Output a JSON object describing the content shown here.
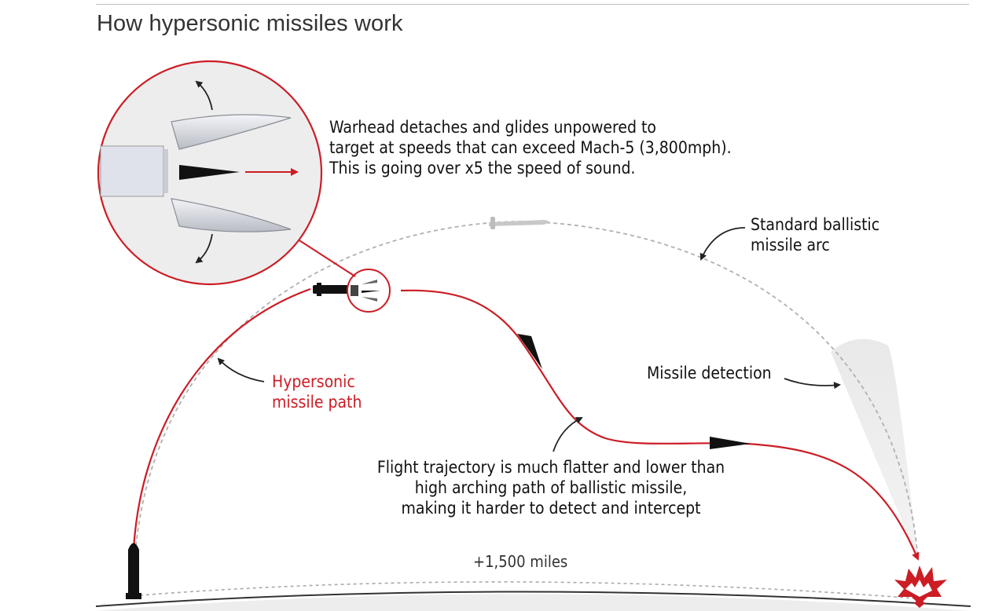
{
  "title": "How hypersonic missiles work",
  "annotations": {
    "warhead": "Warhead detaches and glides unpowered to\ntarget at speeds that can exceed Mach-5 (3,800mph).\nThis is going over x5 the speed of sound.",
    "ballistic_arc": "Standard ballistic\nmissile arc",
    "hypersonic_path": "Hypersonic\nmissile path",
    "detection": "Missile detection",
    "trajectory": "Flight trajectory is much flatter and lower than\nhigh arching path of ballistic missile,\nmaking it harder to detect and intercept",
    "distance": "+1,500 miles"
  },
  "colors": {
    "accent_red": "#cc1c24",
    "arc_gray": "#b0b0b0",
    "dark": "#111111",
    "light_fill": "#ececec"
  },
  "icons": [
    "missile-icon",
    "warhead-icon",
    "explosion-icon",
    "zoom-circle-icon"
  ]
}
